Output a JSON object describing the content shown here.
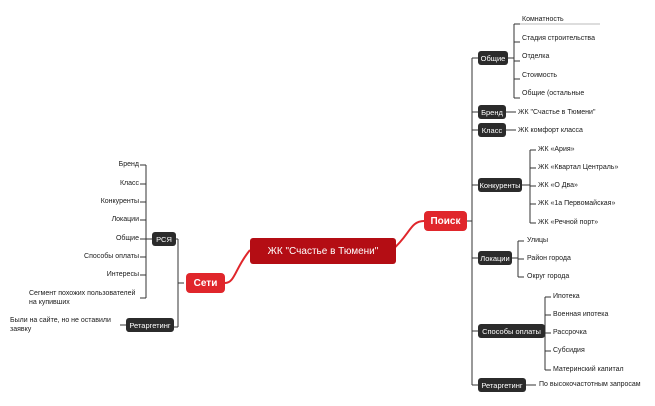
{
  "root": {
    "label": "ЖК \"Счастье в Тюмени\""
  },
  "search": {
    "label": "Поиск",
    "groups": {
      "general": {
        "label": "Общие",
        "items": [
          "Комнатность",
          "Стадия строительства",
          "Отделка",
          "Стоимость",
          "Общие (остальные"
        ]
      },
      "brand": {
        "label": "Бренд",
        "items": [
          "ЖК \"Счастье в Тюмени\""
        ]
      },
      "class": {
        "label": "Класс",
        "items": [
          "ЖК комфорт класса"
        ]
      },
      "competitors": {
        "label": "Конкуренты",
        "items": [
          "ЖК «Ария»",
          "ЖК «Квартал Централь»",
          "ЖК «О Два»",
          "ЖК «1а Первомайская»",
          "ЖК «Речной порт»"
        ]
      },
      "locations": {
        "label": "Локации",
        "items": [
          "Улицы",
          "Район города",
          "Округ города"
        ]
      },
      "payment": {
        "label": "Способы оплаты",
        "items": [
          "Ипотека",
          "Военная ипотека",
          "Рассрочка",
          "Субсидия",
          "Материнский капитал"
        ]
      },
      "retargeting": {
        "label": "Ретаргетинг",
        "items": [
          "По высокочастотным запросам"
        ]
      }
    }
  },
  "networks": {
    "label": "Сети",
    "groups": {
      "rsya": {
        "label": "РСЯ",
        "items": [
          "Бренд",
          "Класс",
          "Конкуренты",
          "Локации",
          "Общие",
          "Способы оплаты",
          "Интересы",
          "Сегмент похожих пользователей на купивших"
        ]
      },
      "retargeting": {
        "label": "Ретаргетинг",
        "items": [
          "Были на сайте, но не оставили заявку"
        ]
      }
    }
  },
  "colors": {
    "root": "#b40d14",
    "main": "#e0262b",
    "sub": "#2b2b2b",
    "line_dark": "#333333",
    "line_red": "#e0262b"
  }
}
